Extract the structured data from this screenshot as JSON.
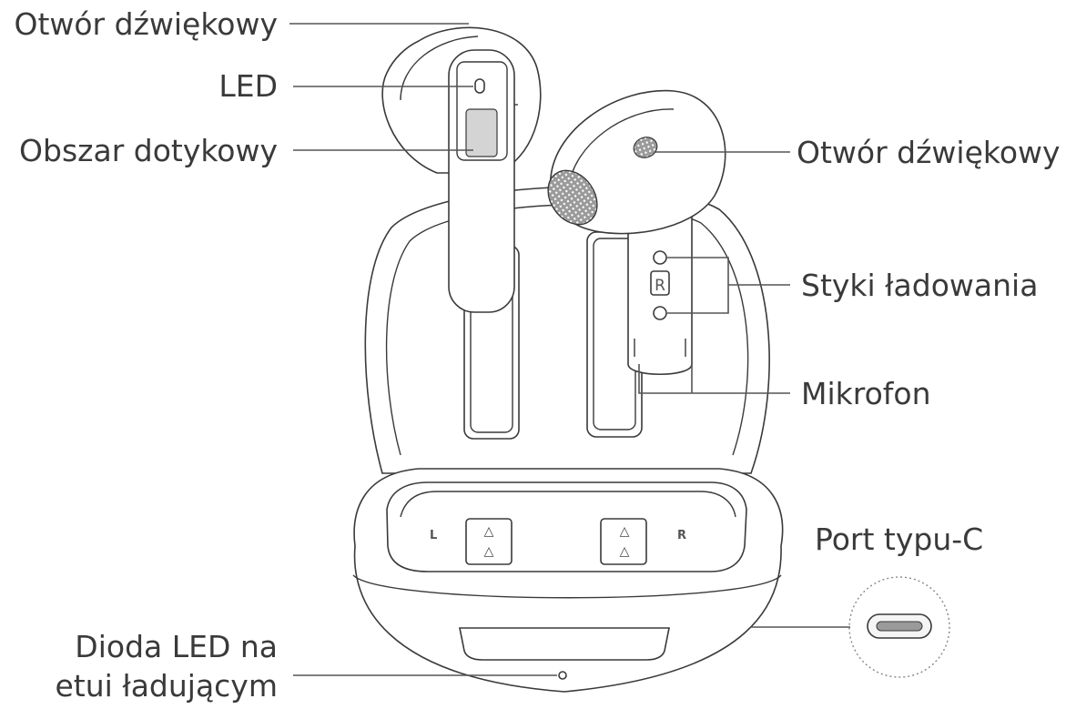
{
  "labels": {
    "sound_hole_left": "Otwór dźwiękowy",
    "led": "LED",
    "touch_area": "Obszar dotykowy",
    "sound_hole_right": "Otwór dźwiękowy",
    "charging_contacts": "Styki ładowania",
    "microphone": "Mikrofon",
    "usb_c_port": "Port typu-C",
    "case_led_line1": "Dioda LED na",
    "case_led_line2": "etui ładującym"
  },
  "case_marks": {
    "left": "L",
    "right": "R",
    "earbud_right": "R"
  }
}
